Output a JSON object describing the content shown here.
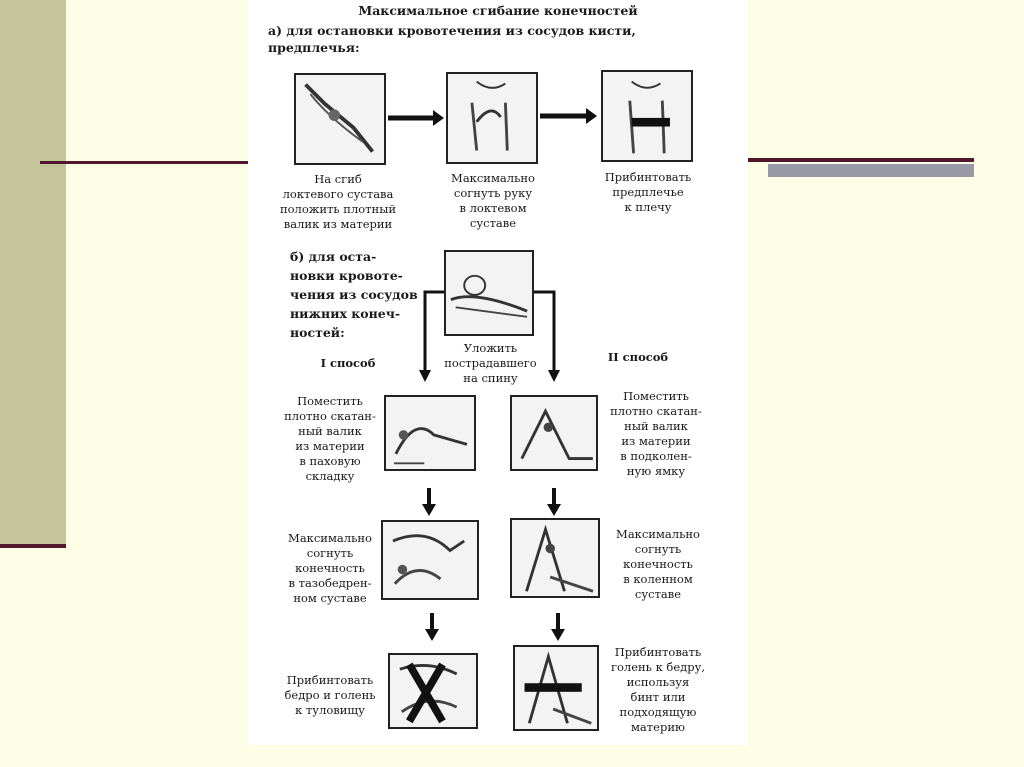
{
  "title": "Максимальное сгибание конечностей",
  "section_a": {
    "heading": "а) для остановки кровотечения из сосудов кисти,\nпредплечья:",
    "steps": [
      "На сгиб\nлоктевого сустава\nположить плотный\nвалик из материи",
      "Максимально\nсогнуть руку\nв локтевом\nсуставе",
      "Прибинтовать\nпредплечье\nк плечу"
    ]
  },
  "section_b": {
    "heading": "б) для оста-\nновки кровоте-\nчения из сосудов\nнижних конеч-\nностей:",
    "start_caption": "Уложить\nпострадавшего\nна спину",
    "method1": {
      "label": "I способ",
      "steps": [
        "Поместить\nплотно скатан-\nный валик\nиз материи\nв паховую\nскладку",
        "Максимально\nсогнуть\nконечность\nв тазобедрен-\nном суставе",
        "Прибинтовать\nбедро и голень\nк туловищу"
      ]
    },
    "method2": {
      "label": "II способ",
      "steps": [
        "Поместить\nплотно скатан-\nный валик\nиз материи\nв подколен-\nную ямку",
        "Максимально\nсогнуть\nконечность\nв коленном\nсуставе",
        "Прибинтовать\nголень к бедру,\nиспользуя\nбинт или\nподходящую\nматерию"
      ]
    }
  }
}
